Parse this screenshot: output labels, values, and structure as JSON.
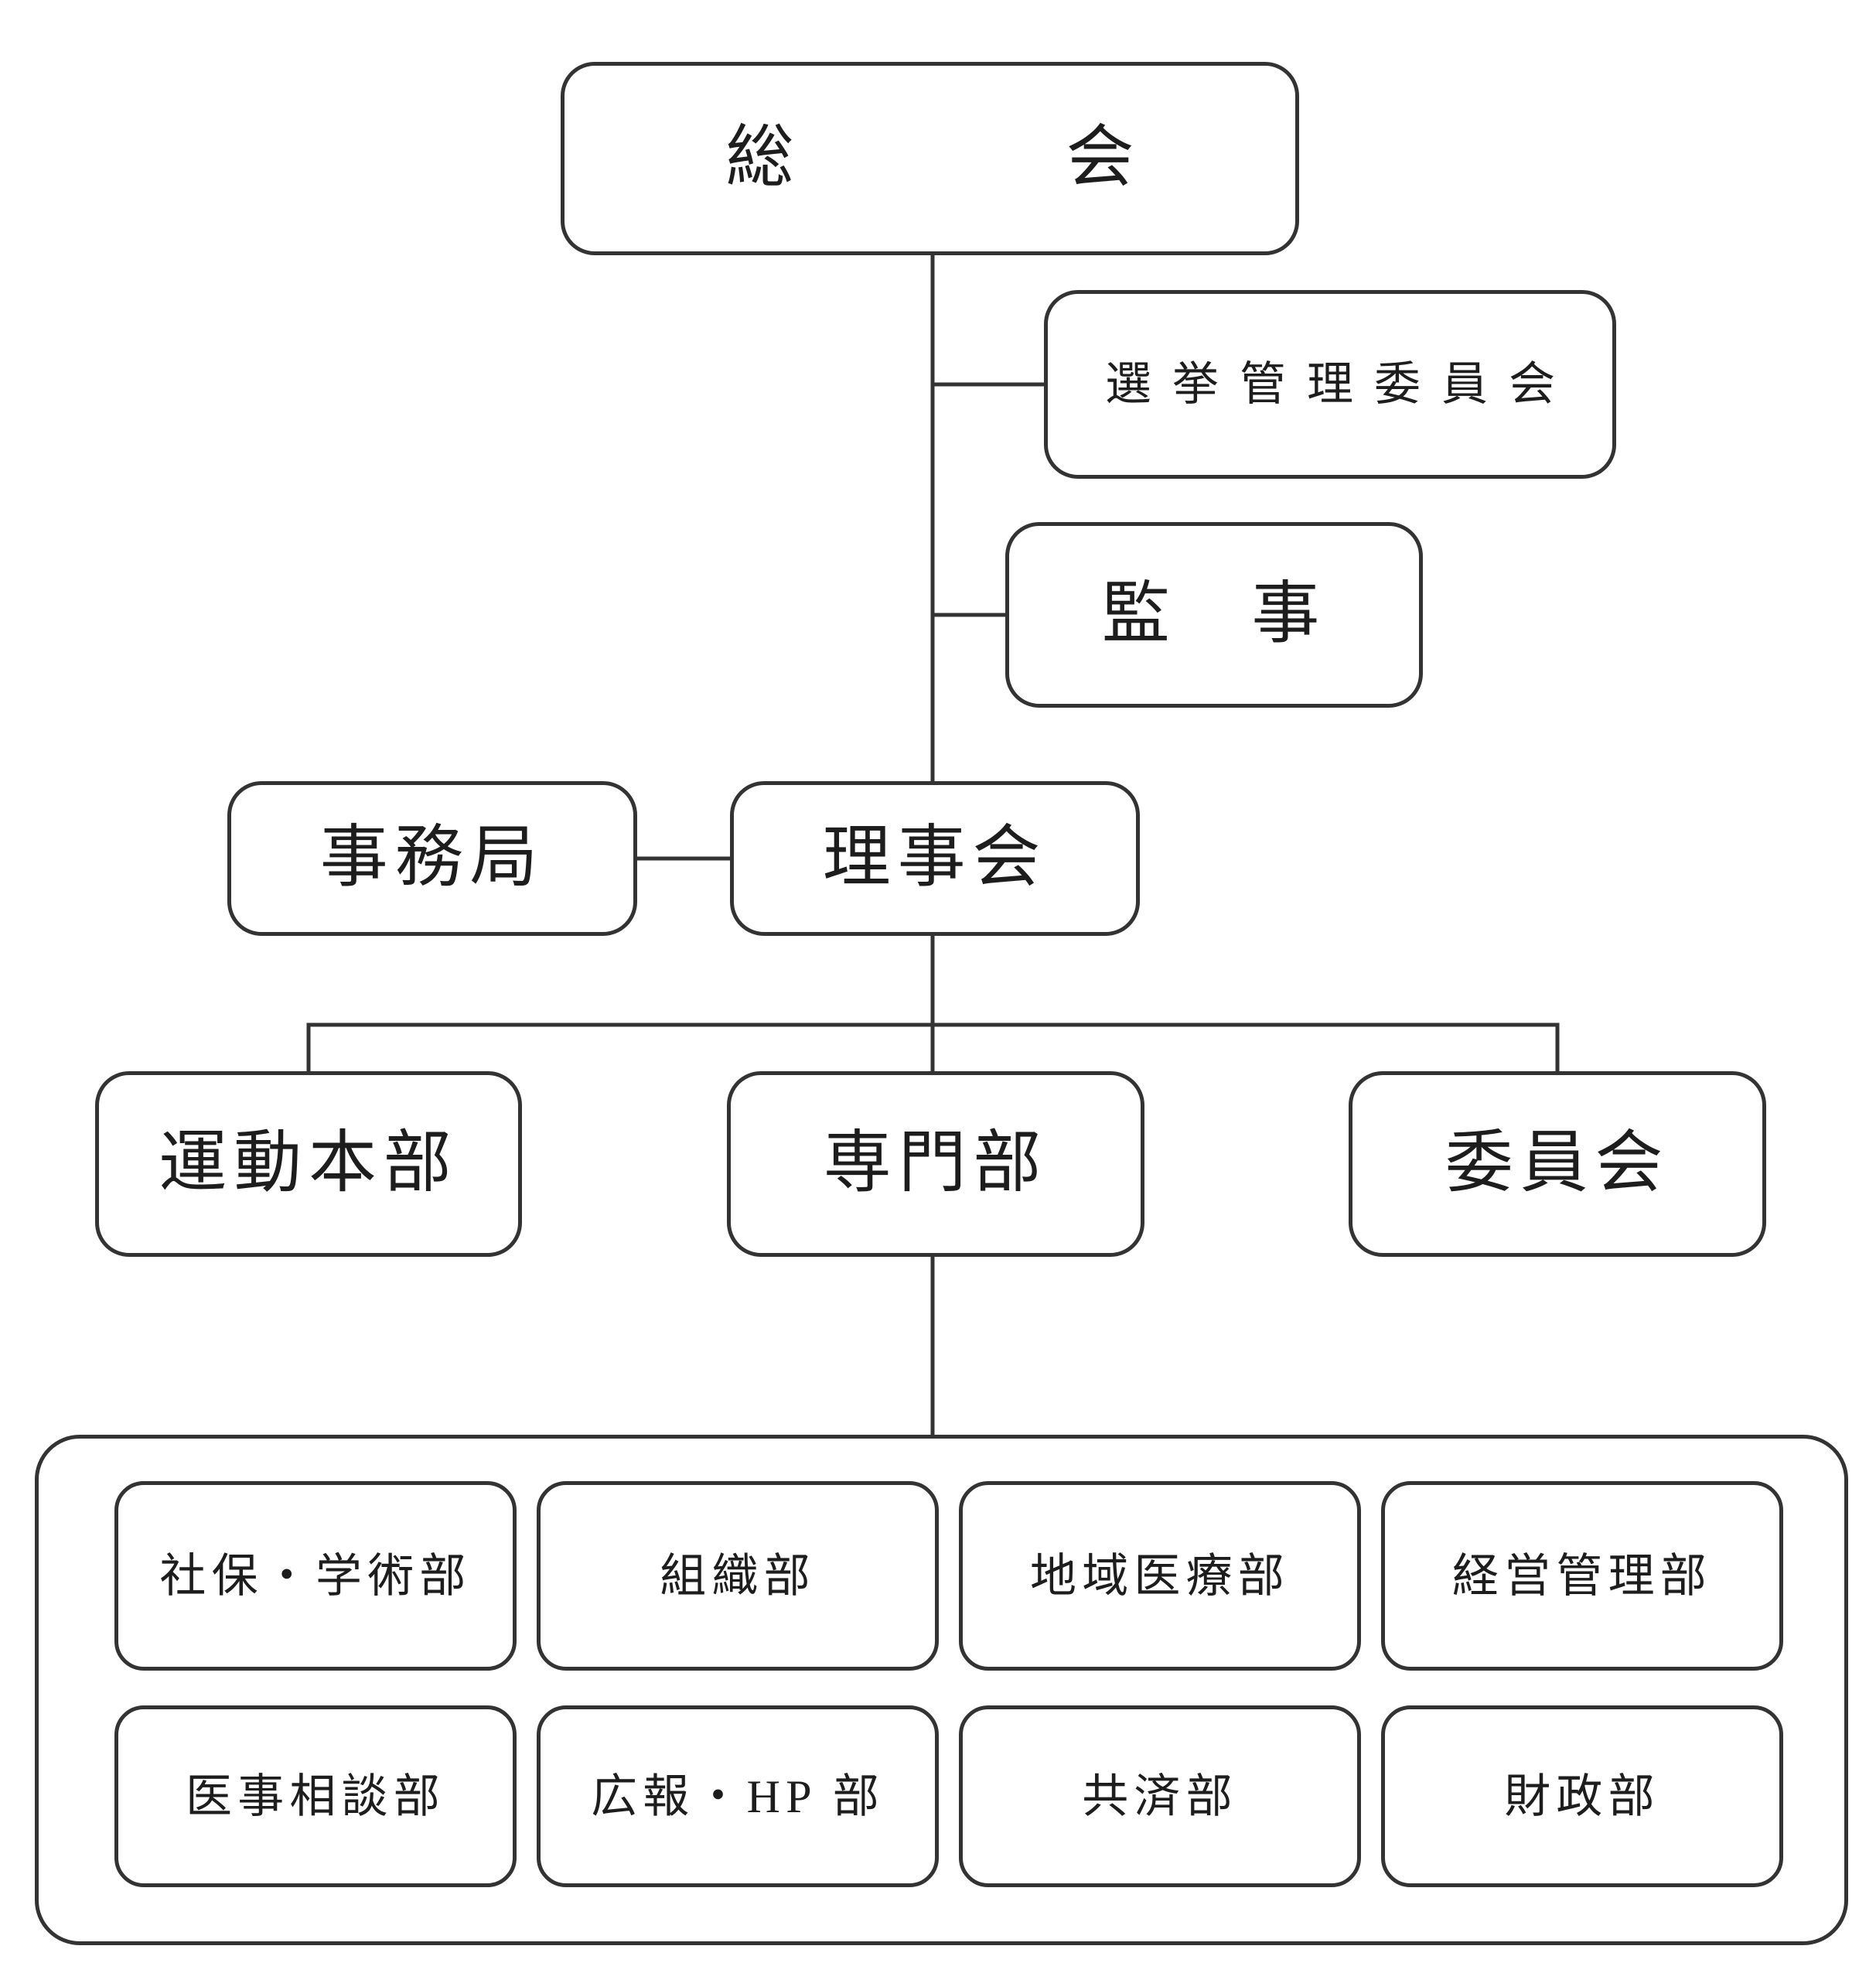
{
  "diagram": {
    "type": "org-chart",
    "colors": {
      "line": "#333333",
      "box_border": "#333333",
      "box_bg": "#ffffff",
      "text": "#1d1d1d",
      "page_bg": "#ffffff"
    },
    "nodes": {
      "general_assembly": "総　　　　会",
      "election_committee": "選挙管理委員会",
      "auditor": "監　事",
      "secretariat": "事務局",
      "board_of_directors": "理事会",
      "movement_headquarters": "運動本部",
      "specialized_departments": "専門部",
      "committee": "委員会"
    },
    "departments": [
      "社保・学術部",
      "組織部",
      "地域医療部",
      "経営管理部",
      "医事相談部",
      "広報・HP 部",
      "共済部",
      "財政部"
    ]
  }
}
